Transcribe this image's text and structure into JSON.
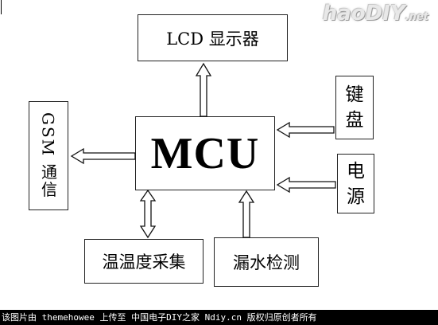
{
  "watermark": {
    "text": "haoDIY",
    "suffix": ".net"
  },
  "diagram": {
    "center": "MCU",
    "lcd": "LCD 显示器",
    "gsm": "GSM 通信",
    "keyboard": "键盘",
    "power": "电源",
    "temperature": "温温度采集",
    "leak": "漏水检测"
  },
  "footer": {
    "text": "该图片由 themehowee 上传至 中国电子DIY之家 Ndiy.cn 版权归原创者所有"
  }
}
